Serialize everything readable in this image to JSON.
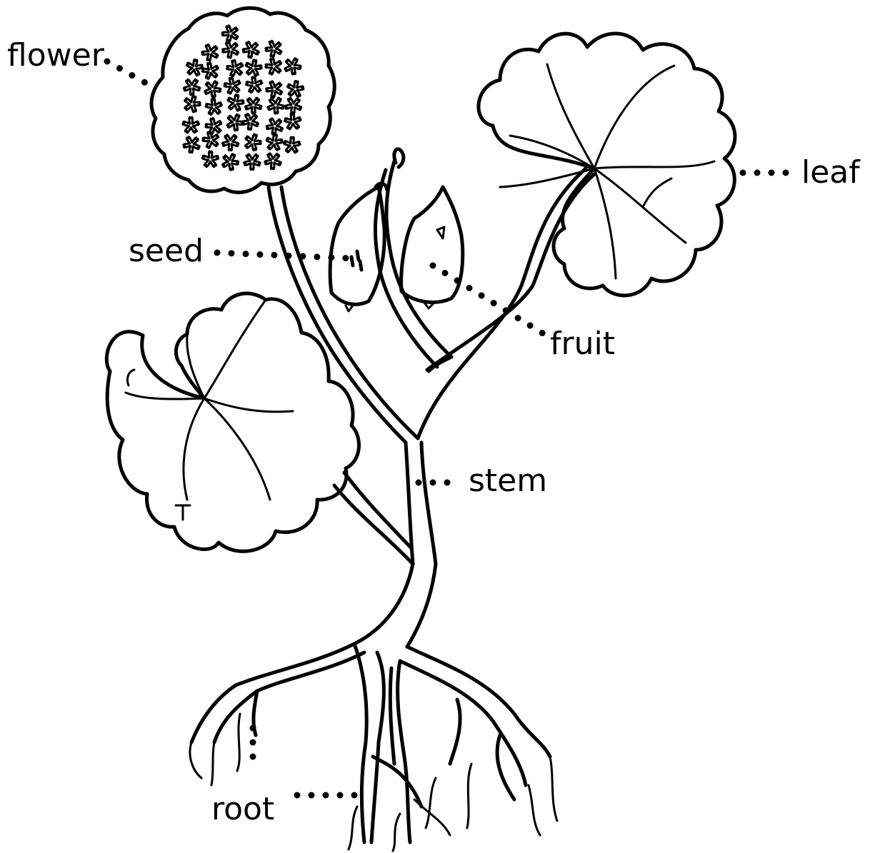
{
  "labels": {
    "flower": "flower",
    "leaf": "leaf",
    "seed": "seed",
    "fruit": "fruit",
    "stem": "stem",
    "root": "root"
  },
  "colors": {
    "ink": "#000000",
    "paper": "#ffffff"
  }
}
